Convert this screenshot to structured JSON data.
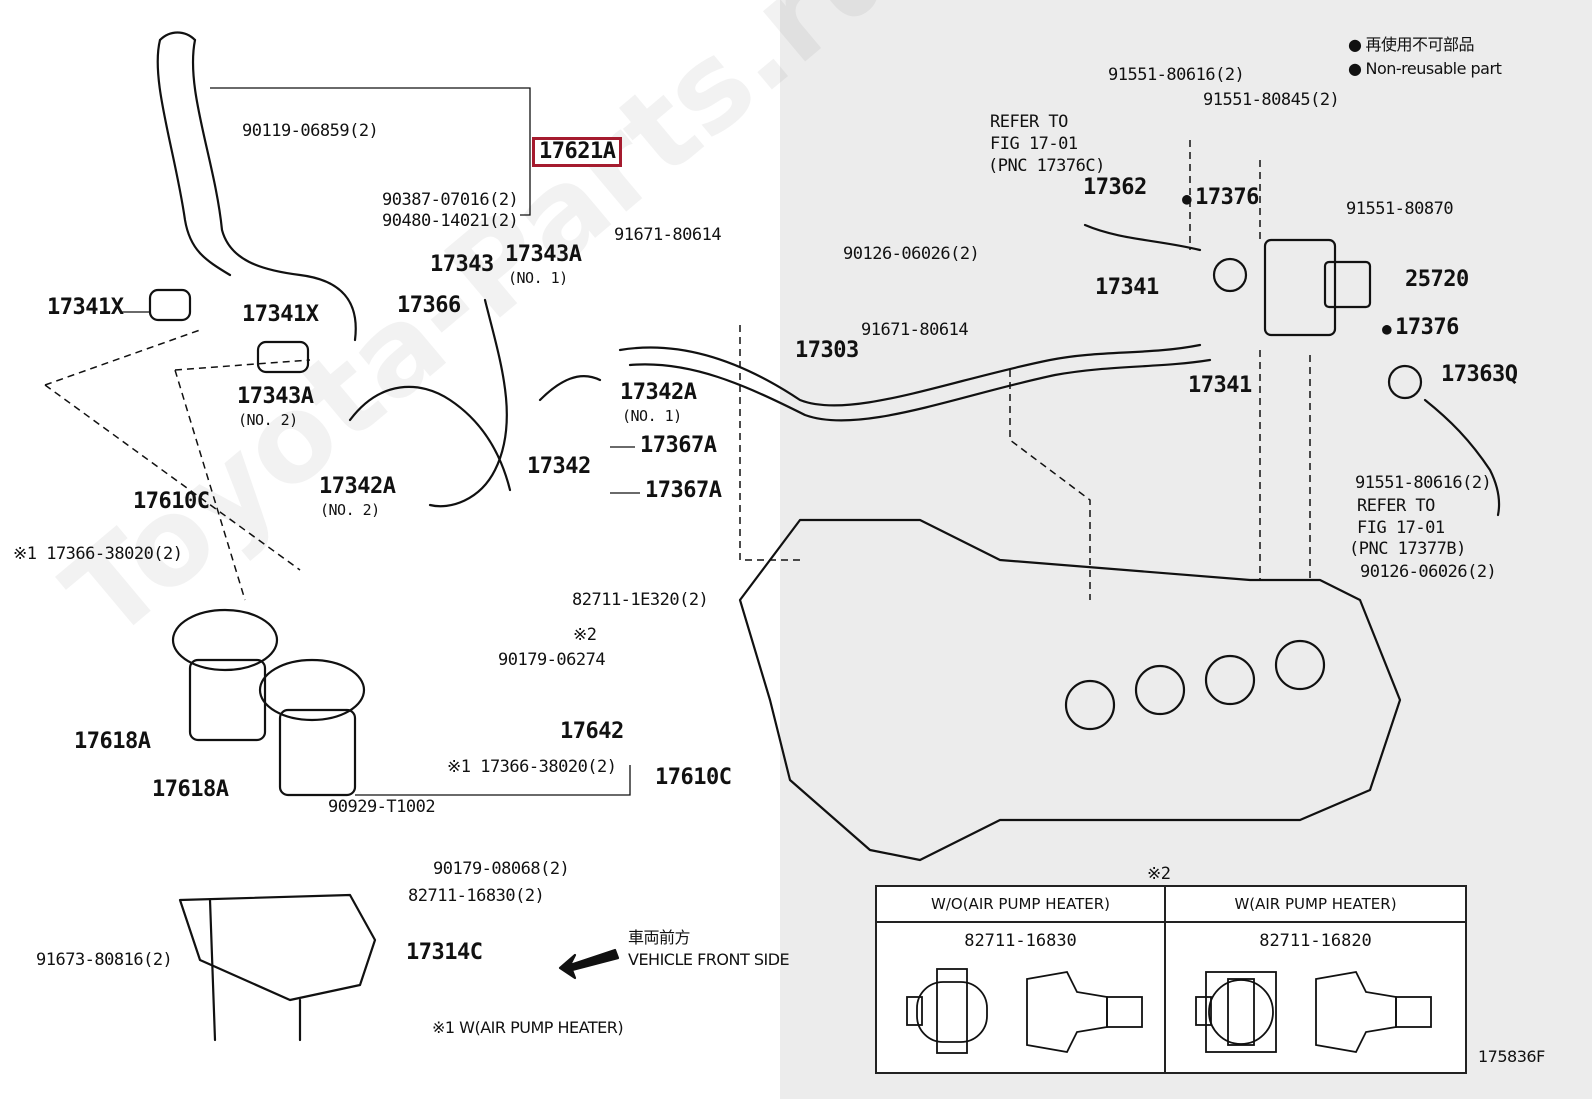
{
  "legend": {
    "jp": "再使用不可部品",
    "en": "Non-reusable part"
  },
  "diagram_code": "175836F",
  "watermark": "Toyota-Parts.ru",
  "direction": {
    "jp": "車両前方",
    "en": "VEHICLE FRONT SIDE"
  },
  "footnote1": "※1 W(AIR PUMP HEATER)",
  "table": {
    "mark": "※2",
    "col1": {
      "header": "W/O(AIR PUMP HEATER)",
      "part": "82711-16830"
    },
    "col2": {
      "header": "W(AIR PUMP HEATER)",
      "part": "82711-16820"
    }
  },
  "refer_top": {
    "l1": "REFER TO",
    "l2": "FIG 17-01",
    "l3": "(PNC 17376C)"
  },
  "refer_bottom": {
    "l1": "REFER TO",
    "l2": "FIG 17-01",
    "l3": "(PNC 17377B)"
  },
  "labels": {
    "p17621A": "17621A",
    "p90119": "90119-06859(2)",
    "p90387": "90387-07016(2)",
    "p90480": "90480-14021(2)",
    "p17341X_1": "17341X",
    "p17341X_2": "17341X",
    "p17343": "17343",
    "p17343A_1": "17343A",
    "p17343A_1s": "(NO. 1)",
    "p91671_1": "91671-80614",
    "p17366": "17366",
    "p17343A_2": "17343A",
    "p17343A_2s": "(NO. 2)",
    "p17342A_1": "17342A",
    "p17342A_1s": "(NO. 1)",
    "p17367A_1": "17367A",
    "p17342": "17342",
    "p17367A_2": "17367A",
    "p17342A_2": "17342A",
    "p17342A_2s": "(NO. 2)",
    "p17610C_1": "17610C",
    "p17366_38020_1": "※1 17366-38020(2)",
    "p82711_1E320": "82711-1E320(2)",
    "p2mark": "※2",
    "p90179_06274": "90179-06274",
    "p17642": "17642",
    "p17618A_1": "17618A",
    "p17366_38020_2": "※1 17366-38020(2)",
    "p17610C_2": "17610C",
    "p17618A_2": "17618A",
    "p90929": "90929-T1002",
    "p90179_08068": "90179-08068(2)",
    "p82711_16830": "82711-16830(2)",
    "p17314C": "17314C",
    "p91673": "91673-80816(2)",
    "p91551_80616_1": "91551-80616(2)",
    "p91551_80845": "91551-80845(2)",
    "p17362": "17362",
    "p17376_1": "17376",
    "p91551_80870": "91551-80870",
    "p90126_1": "90126-06026(2)",
    "p25720": "25720",
    "p17341_1": "17341",
    "p91671_2": "91671-80614",
    "p17376_2": "17376",
    "p17303": "17303",
    "p17363Q": "17363Q",
    "p17341_2": "17341",
    "p91551_80616_2": "91551-80616(2)",
    "p90126_2": "90126-06026(2)"
  }
}
